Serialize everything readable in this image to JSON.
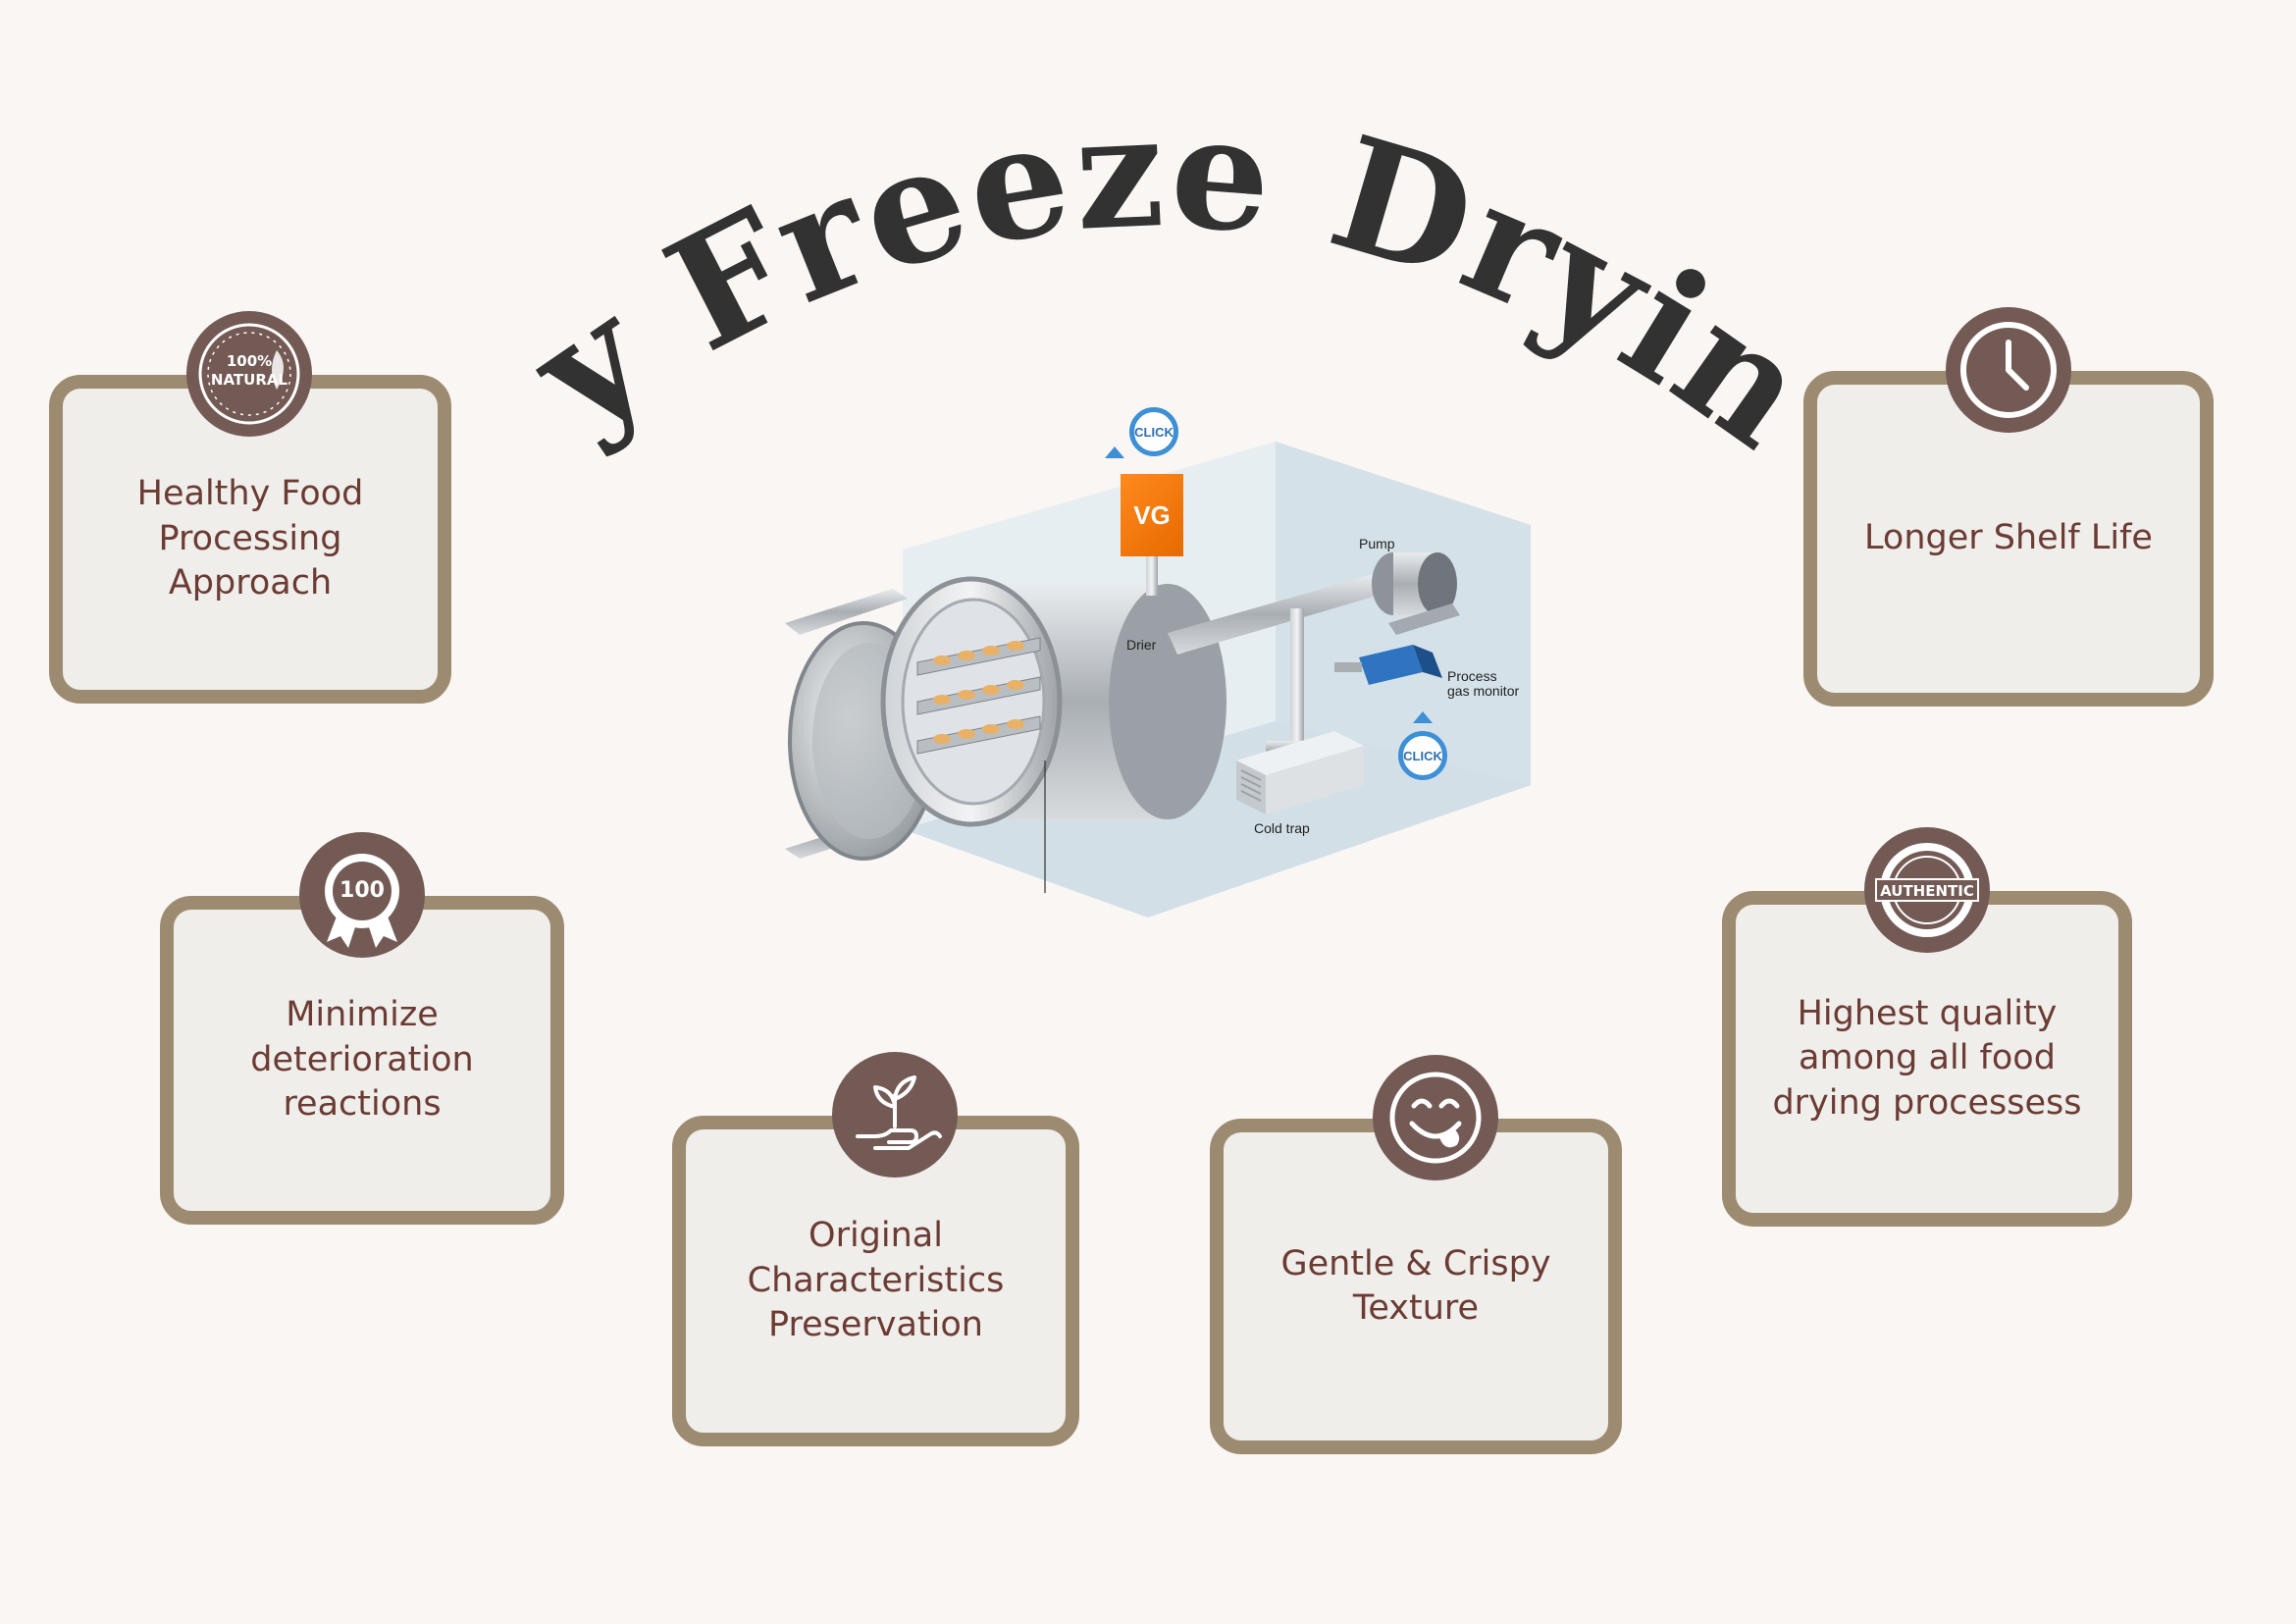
{
  "title": "Why Freeze Drying ?",
  "colors": {
    "background": "#f9f6f3",
    "card_fill": "#efeeea",
    "card_border": "#9d8b71",
    "badge": "#745a55",
    "text": "#6b3b34",
    "title": "#323232"
  },
  "features": [
    {
      "text": "Healthy Food\nProcessing Approach",
      "icon": "natural-100-badge-icon",
      "badge_text": "100%\nNATURAL"
    },
    {
      "text": "Longer Shelf Life",
      "icon": "clock-icon"
    },
    {
      "text": "Minimize\ndeterioration reactions",
      "icon": "best-quality-seal-icon",
      "badge_text": "100"
    },
    {
      "text": "Highest quality\namong all food\ndrying processess",
      "icon": "authentic-stamp-icon",
      "badge_text": "AUTHENTIC"
    },
    {
      "text": "Original\nCharacteristics\nPreservation",
      "icon": "plant-in-hand-icon"
    },
    {
      "text": "Gentle & Crispy\nTexture",
      "icon": "yummy-face-icon"
    }
  ],
  "machine": {
    "labels": {
      "pump": "Pump",
      "drier": "Drier",
      "process_gas_monitor": "Process\ngas monitor",
      "cold_trap": "Cold trap",
      "vg": "VG",
      "click": "CLICK"
    }
  }
}
